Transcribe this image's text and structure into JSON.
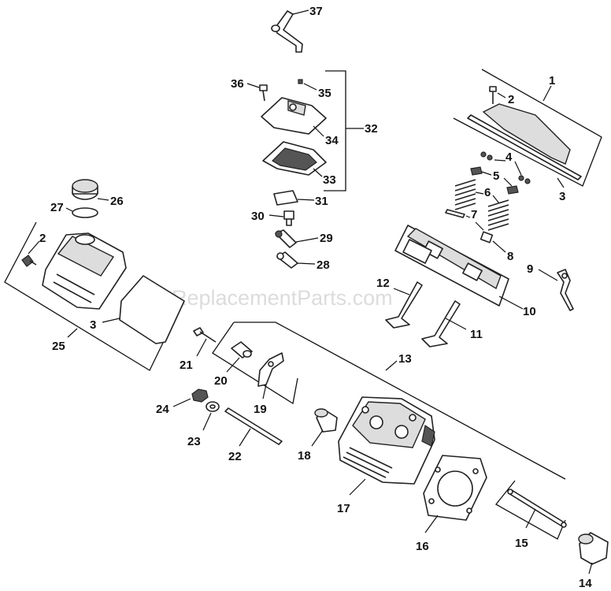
{
  "watermark": "eReplacementParts.com",
  "callouts": {
    "c1": "1",
    "c2a": "2",
    "c2b": "2",
    "c3a": "3",
    "c3b": "3",
    "c4": "4",
    "c5": "5",
    "c6": "6",
    "c7": "7",
    "c8": "8",
    "c9": "9",
    "c10": "10",
    "c11": "11",
    "c12": "12",
    "c13": "13",
    "c14": "14",
    "c15": "15",
    "c16": "16",
    "c17": "17",
    "c18": "18",
    "c19": "19",
    "c20": "20",
    "c21": "21",
    "c22": "22",
    "c23": "23",
    "c24": "24",
    "c25": "25",
    "c26": "26",
    "c27": "27",
    "c28": "28",
    "c29": "29",
    "c30": "30",
    "c31": "31",
    "c32": "32",
    "c33": "33",
    "c34": "34",
    "c35": "35",
    "c36": "36",
    "c37": "37"
  }
}
